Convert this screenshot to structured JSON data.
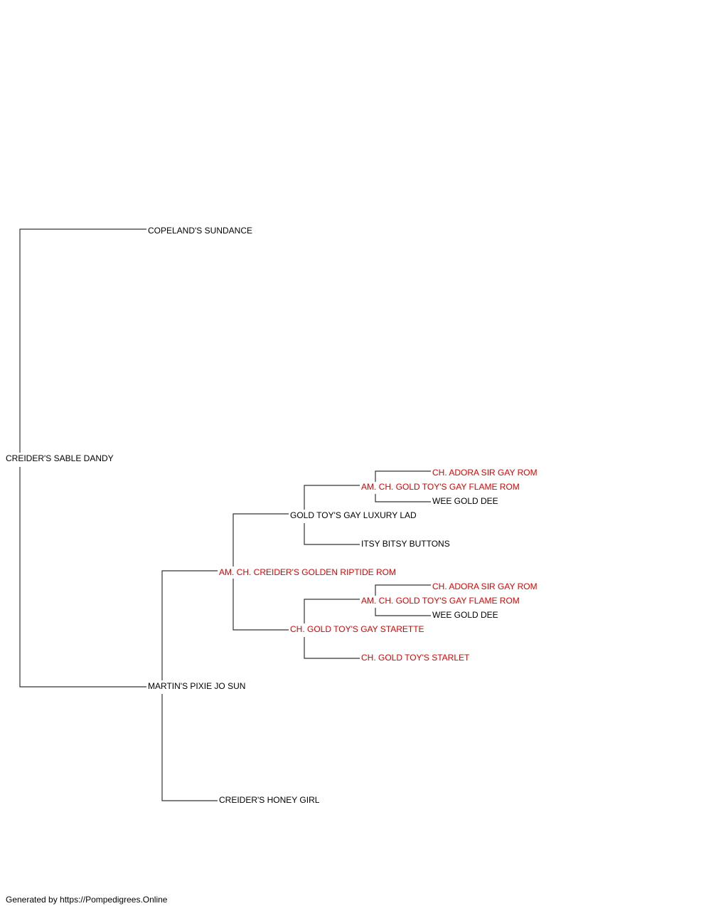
{
  "pedigree": {
    "subject": "CREIDER'S SABLE DANDY",
    "sire": "COPELAND'S SUNDANCE",
    "dam": "MARTIN'S PIXIE JO SUN",
    "dam_sire": "AM. CH. CREIDER'S GOLDEN RIPTIDE ROM",
    "dam_dam": "CREIDER'S HONEY GIRL",
    "dam_sire_sire": "GOLD TOY'S GAY LUXURY LAD",
    "dam_sire_dam": "CH. GOLD TOY'S GAY STARETTE",
    "dam_sire_sire_sire": "AM. CH. GOLD TOY'S GAY FLAME ROM",
    "dam_sire_sire_dam": "ITSY BITSY BUTTONS",
    "dam_sire_dam_sire": "AM. CH. GOLD TOY'S GAY FLAME ROM",
    "dam_sire_dam_dam": "CH. GOLD TOY'S STARLET",
    "dam_sire_sire_sire_sire": "CH. ADORA SIR GAY ROM",
    "dam_sire_sire_sire_dam": "WEE GOLD DEE",
    "dam_sire_dam_sire_sire": "CH. ADORA SIR GAY ROM",
    "dam_sire_dam_sire_dam": "WEE GOLD DEE"
  },
  "colors": {
    "champion": "#e00000",
    "normal": "#000000",
    "lines": "#333333"
  },
  "footer": "Generated by https://Pompedigrees.Online"
}
